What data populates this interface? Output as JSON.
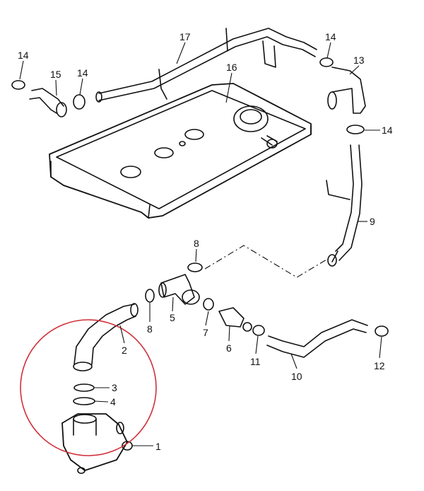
{
  "diagram": {
    "highlight_color": "#d0303a",
    "callouts": [
      {
        "id": "c17",
        "text": "17"
      },
      {
        "id": "c14a",
        "text": "14"
      },
      {
        "id": "c15",
        "text": "15"
      },
      {
        "id": "c14b",
        "text": "14"
      },
      {
        "id": "c16",
        "text": "16"
      },
      {
        "id": "c14c",
        "text": "14"
      },
      {
        "id": "c13",
        "text": "13"
      },
      {
        "id": "c14d",
        "text": "14"
      },
      {
        "id": "c9",
        "text": "9"
      },
      {
        "id": "c8a",
        "text": "8"
      },
      {
        "id": "c5",
        "text": "5"
      },
      {
        "id": "c8b",
        "text": "8"
      },
      {
        "id": "c7",
        "text": "7"
      },
      {
        "id": "c6",
        "text": "6"
      },
      {
        "id": "c11",
        "text": "11"
      },
      {
        "id": "c10",
        "text": "10"
      },
      {
        "id": "c12",
        "text": "12"
      },
      {
        "id": "c2",
        "text": "2"
      },
      {
        "id": "c3",
        "text": "3"
      },
      {
        "id": "c4",
        "text": "4"
      },
      {
        "id": "c1",
        "text": "1"
      }
    ]
  }
}
